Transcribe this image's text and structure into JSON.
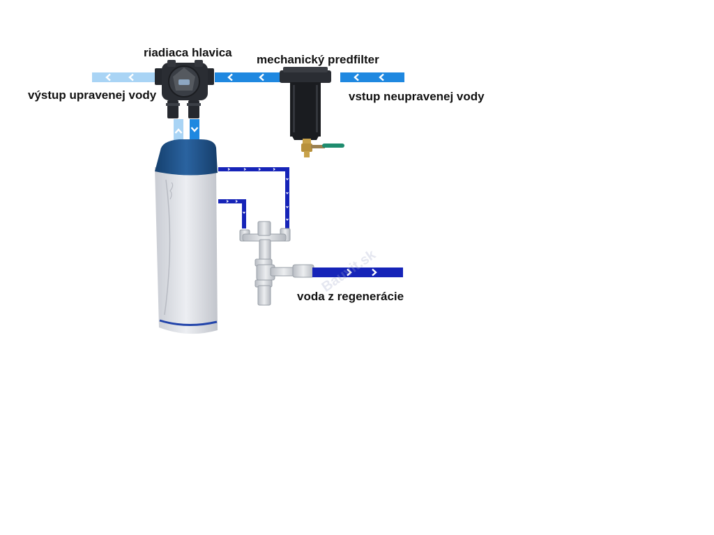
{
  "labels": {
    "control_head": "riadiaca hlavica",
    "prefilter": "mechanický predfilter",
    "treated_out": "výstup upravenej vody",
    "raw_in": "vstup neupravenej vody",
    "regen_water": "voda z regenerácie"
  },
  "watermark": "Bauvit.sk",
  "colors": {
    "treated_pipe": "#a9d4f5",
    "raw_pipe": "#1f88e0",
    "drain_pipe": "#1624b8",
    "tank_cap": "#1d4f86",
    "tank_body": "#e2e4e9",
    "valve_body": "#2a2d33",
    "drain_fitting": "#cfd3d8",
    "filter_housing": "#1a1c20",
    "brass": "#c8a24a",
    "handle": "#1e8c6e"
  },
  "icons": [
    "chevron-left-icon",
    "chevron-up-icon",
    "chevron-down-icon",
    "chevron-right-icon"
  ]
}
